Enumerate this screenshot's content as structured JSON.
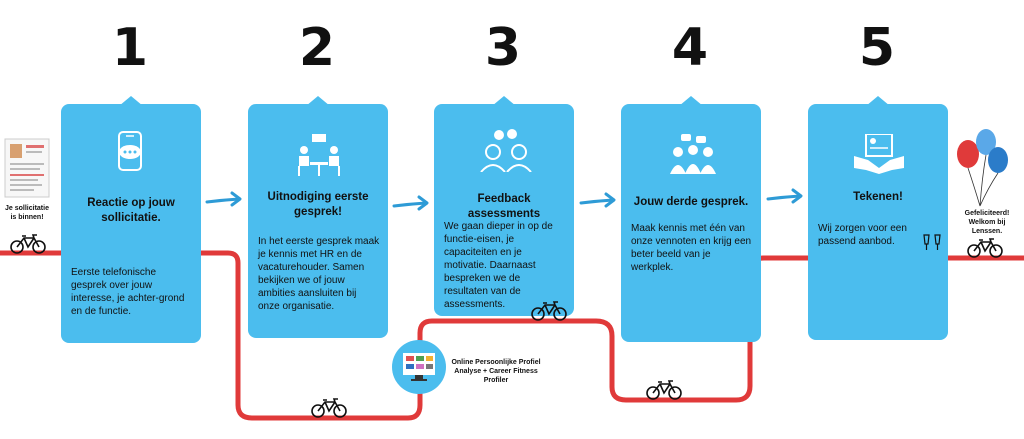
{
  "steps": [
    {
      "number": "1",
      "title": "Reactie op jouw sollicitatie.",
      "body": "Eerste telefonische gesprek over jouw interesse, je achter-grond en de functie.",
      "icon": "phone-chat-icon"
    },
    {
      "number": "2",
      "title": "Uitnodiging eerste gesprek!",
      "body": "In het eerste gesprek maak je kennis met HR en de vacaturehouder. Samen bekijken we of jouw ambities aansluiten bij onze organisatie.",
      "icon": "meeting-icon"
    },
    {
      "number": "3",
      "title": "Feedback assessments",
      "body": "We gaan dieper in op de functie-eisen, je capaciteiten en je motivatie. Daarnaast bespreken we de resultaten van de assessments.",
      "icon": "conversation-icon"
    },
    {
      "number": "4",
      "title": "Jouw derde gesprek.",
      "body": "Maak kennis met één van onze vennoten en krijg een beter beeld van je werkplek.",
      "icon": "group-talk-icon"
    },
    {
      "number": "5",
      "title": "Tekenen!",
      "body": "Wij zorgen voor een passend aanbod.",
      "icon": "handshake-contract-icon"
    }
  ],
  "start_label": "Je sollicitatie is binnen!",
  "end_label": "Gefeliciteerd! Welkom bij Lenssen.",
  "assessment_label": "Online Persoonlijke Profiel Analyse + Career Fitness Profiler",
  "colors": {
    "card": "#4bbdee",
    "road": "#e03a3a",
    "arrow": "#2e9bd6"
  }
}
